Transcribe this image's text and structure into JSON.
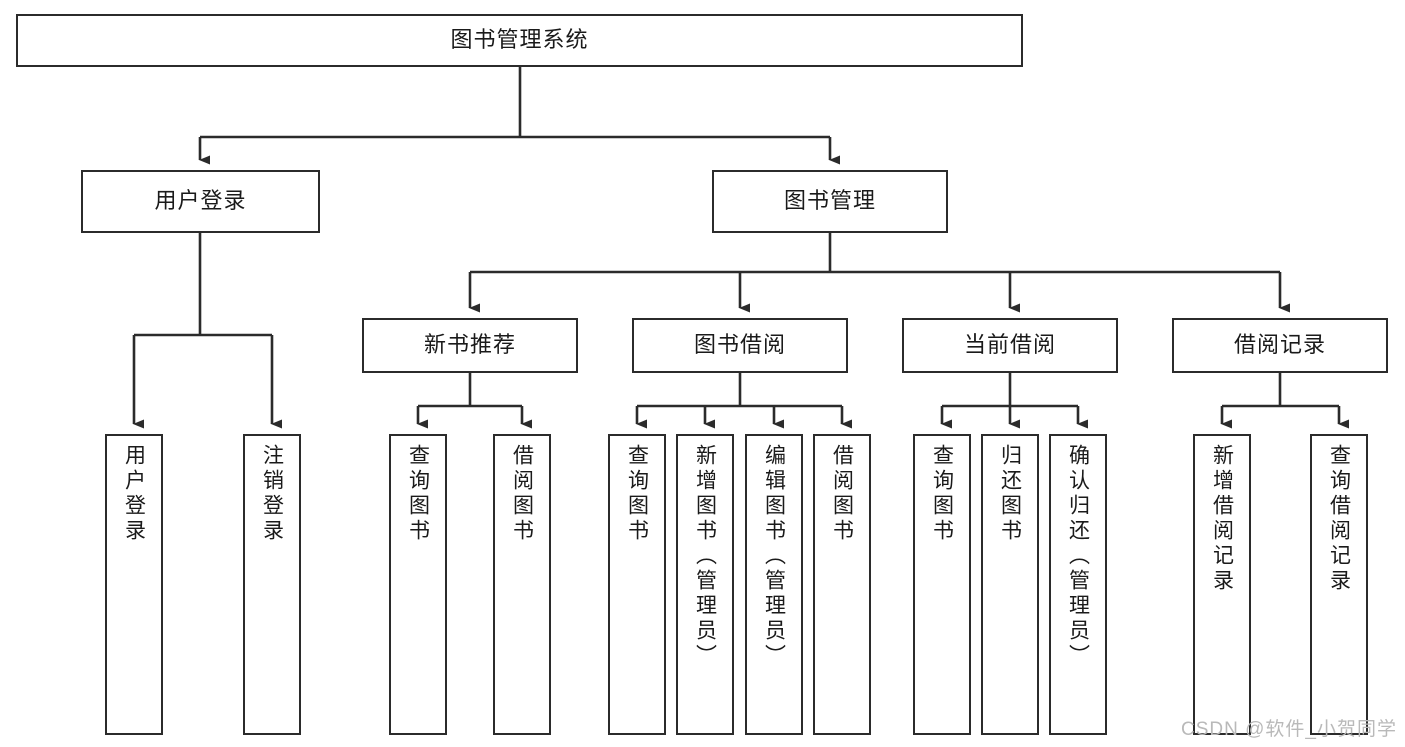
{
  "diagram": {
    "type": "tree-hierarchy-chart",
    "title_node": "图书管理系统",
    "colors": {
      "stroke": "#2b2b2b",
      "fill": "#ffffff",
      "text": "#1a1a1a",
      "watermark": "#b9b9b9"
    },
    "root": {
      "label": "图书管理系统"
    },
    "level2": [
      {
        "label": "用户登录"
      },
      {
        "label": "图书管理"
      }
    ],
    "level3": [
      {
        "label": "新书推荐"
      },
      {
        "label": "图书借阅"
      },
      {
        "label": "当前借阅"
      },
      {
        "label": "借阅记录"
      }
    ],
    "leaves": {
      "user_login": [
        {
          "label": "用户登录"
        },
        {
          "label": "注销登录"
        }
      ],
      "new_book_recommend": [
        {
          "label": "查询图书"
        },
        {
          "label": "借阅图书"
        }
      ],
      "book_borrow": [
        {
          "label": "查询图书"
        },
        {
          "label": "新增图书（管理员）"
        },
        {
          "label": "编辑图书（管理员）"
        },
        {
          "label": "借阅图书"
        }
      ],
      "current_borrow": [
        {
          "label": "查询图书"
        },
        {
          "label": "归还图书"
        },
        {
          "label": "确认归还（管理员）"
        }
      ],
      "borrow_record": [
        {
          "label": "新增借阅记录"
        },
        {
          "label": "查询借阅记录"
        }
      ]
    }
  },
  "watermark": {
    "text": "CSDN @软件_小贺同学"
  }
}
